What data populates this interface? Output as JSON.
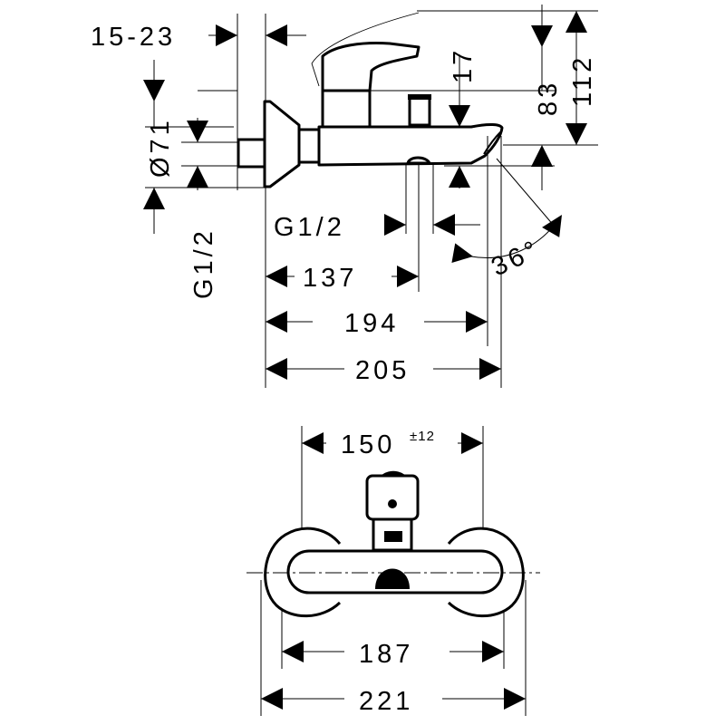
{
  "dimensions": {
    "wall_gap": "15-23",
    "height_total": "112",
    "height_handle": "83",
    "spout_offset": "17",
    "diameter": "Ø71",
    "thread_inlet": "G1/2",
    "thread_outlet": "G1/2",
    "angle": "36°",
    "depth_outlet": "137",
    "depth_spout": "194",
    "depth_total": "205",
    "center_distance": "150",
    "center_tolerance": "±12",
    "width_escutcheon": "187",
    "width_total": "221"
  }
}
